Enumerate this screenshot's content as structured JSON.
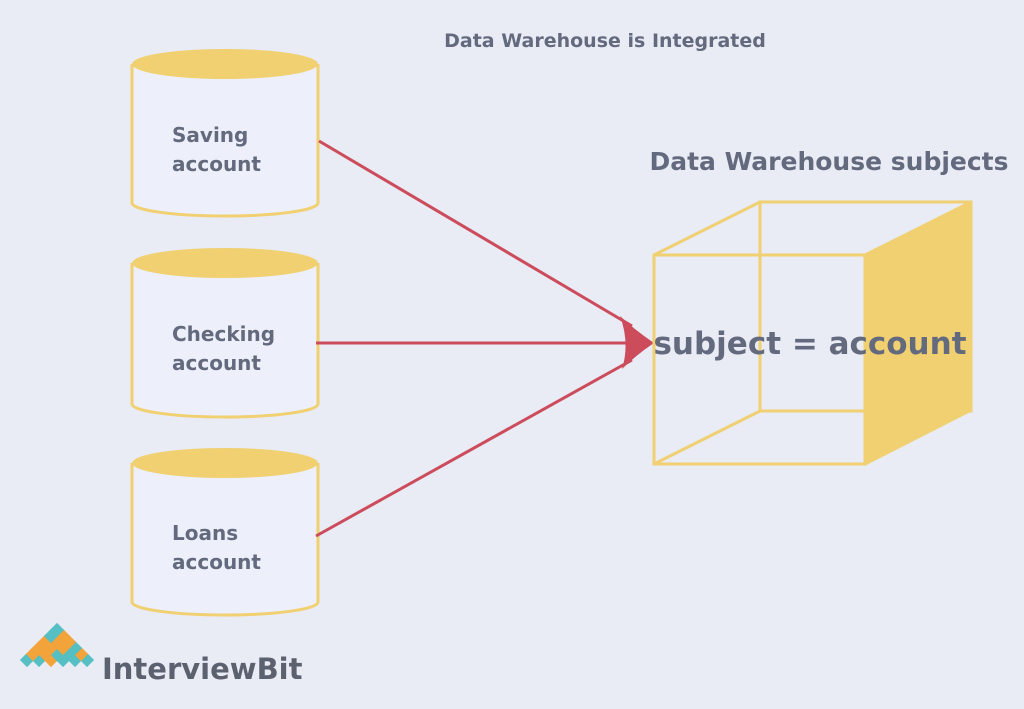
{
  "title": "Data Warehouse is Integrated",
  "target": {
    "heading": "Data Warehouse subjects",
    "label": "subject = account"
  },
  "sources": [
    {
      "line1": "Saving",
      "line2": "account"
    },
    {
      "line1": "Checking",
      "line2": "account"
    },
    {
      "line1": "Loans",
      "line2": "account"
    }
  ],
  "logo": {
    "text_a": "Interview",
    "text_b": "Bit"
  },
  "colors": {
    "background": "#e9ebf5",
    "cylinder": "#f0d070",
    "arrow": "#cc4c5c",
    "text": "#646a7e",
    "logo_orange": "#f2a33a",
    "logo_teal": "#55bfc4"
  }
}
